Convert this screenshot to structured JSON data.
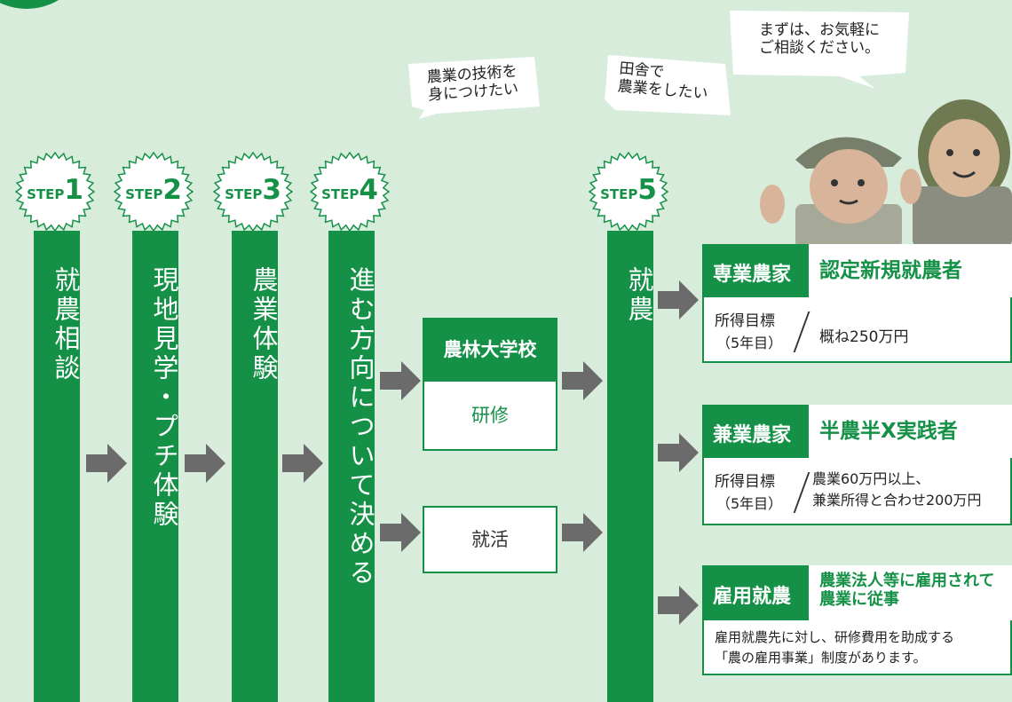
{
  "bubbles": {
    "b1": [
      "農業の技術を",
      "身につけたい"
    ],
    "b2": [
      "田舎で",
      "農業をしたい"
    ],
    "b3": [
      "まずは、お気軽に",
      "ご相談ください。"
    ]
  },
  "steps": [
    {
      "label": "STEP",
      "num": "1",
      "text": "就農相談"
    },
    {
      "label": "STEP",
      "num": "2",
      "text": "現地見学・プチ体験"
    },
    {
      "label": "STEP",
      "num": "3",
      "text": "農業体験"
    },
    {
      "label": "STEP",
      "num": "4",
      "text": "進む方向について決める"
    },
    {
      "label": "STEP",
      "num": "5",
      "text": "就農"
    }
  ],
  "paths": {
    "university": "農林大学校",
    "training": "研修",
    "job_hunting": "就活"
  },
  "outcomes": [
    {
      "type": "専業農家",
      "title": "認定新規就農者",
      "goal_label": "所得目標",
      "goal_sub": "（5年目）",
      "goal_value": [
        "概ね250万円"
      ]
    },
    {
      "type": "兼業農家",
      "title": "半農半X実践者",
      "goal_label": "所得目標",
      "goal_sub": "（5年目）",
      "goal_value": [
        "農業60万円以上、",
        "兼業所得と合わせ200万円"
      ]
    },
    {
      "type": "雇用就農",
      "title": [
        "農業法人等に雇用されて",
        "農業に従事"
      ],
      "note": [
        "雇用就農先に対し、研修費用を助成する",
        "「農の雇用事業」制度があります。"
      ]
    }
  ],
  "colors": {
    "green": "#159147",
    "background": "#d8ecdc",
    "arrow": "#6b6b6b"
  }
}
